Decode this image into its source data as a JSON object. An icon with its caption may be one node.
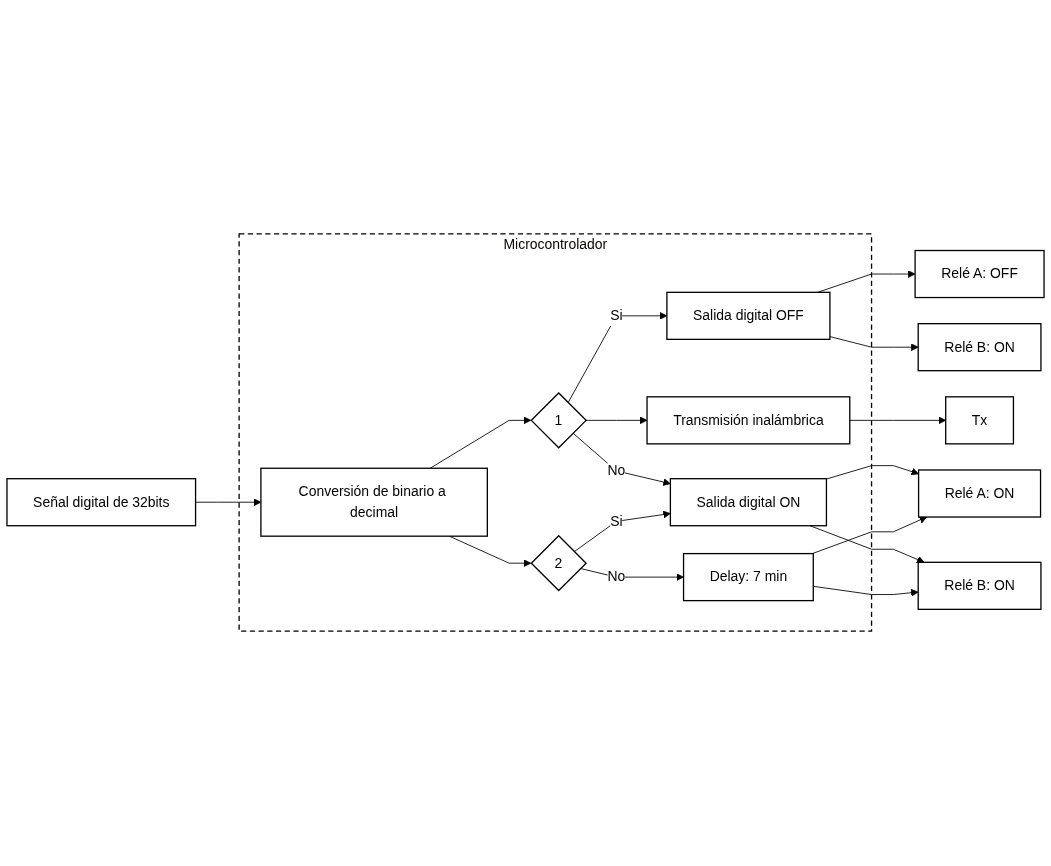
{
  "diagram": {
    "nodes": [
      {
        "text": [
          "Microcontrolador"
        ]
      },
      {
        "text": [
          "Señal digital de 32bits"
        ]
      },
      {
        "text": [
          "Conversión de binario a decimal"
        ],
        "in": 0
      },
      {
        "text": [
          "1"
        ],
        "in": 0
      },
      {
        "text": [
          "Salida digital OFF"
        ],
        "in": 0
      },
      {
        "text": [
          "Relé A: OFF"
        ]
      },
      {
        "text": [
          "Relé B: ON"
        ]
      },
      {
        "text": [
          "Transmisión inalámbrica"
        ],
        "in": 0
      },
      {
        "text": [
          "Tx"
        ]
      },
      {
        "text": [
          "Salida digital ON"
        ],
        "in": 0
      },
      {
        "text": [
          "2"
        ],
        "in": 0
      },
      {
        "text": [
          "Relé A: ON"
        ]
      },
      {
        "text": [
          "Relé B: ON"
        ]
      },
      {
        "text": [
          "Delay: 7 min"
        ],
        "in": 0
      }
    ],
    "edges": [
      {
        "from": 1,
        "to": 2,
        "arrow": "to"
      },
      {
        "from": 2,
        "to": 3,
        "arrow": "to"
      },
      {
        "from": 2,
        "to": 10,
        "arrow": "to"
      },
      {
        "from": 3,
        "to": 4,
        "label": "Si",
        "arrow": "to"
      },
      {
        "from": 3,
        "to": 7,
        "arrow": "to"
      },
      {
        "from": 3,
        "to": 9,
        "label": "No",
        "arrow": "to"
      },
      {
        "from": 4,
        "to": 5,
        "arrow": "to"
      },
      {
        "from": 4,
        "to": 6,
        "arrow": "to"
      },
      {
        "from": 7,
        "to": 8,
        "arrow": "to"
      },
      {
        "from": 10,
        "to": 9,
        "label": "Si",
        "arrow": "to"
      },
      {
        "from": 10,
        "to": 13,
        "label": "No",
        "arrow": "to"
      },
      {
        "from": 9,
        "to": 11,
        "arrow": "to"
      },
      {
        "from": 9,
        "to": 12,
        "arrow": "to"
      },
      {
        "from": 13,
        "to": 11,
        "arrow": "to"
      },
      {
        "from": 13,
        "to": 12,
        "arrow": "to"
      }
    ]
  }
}
